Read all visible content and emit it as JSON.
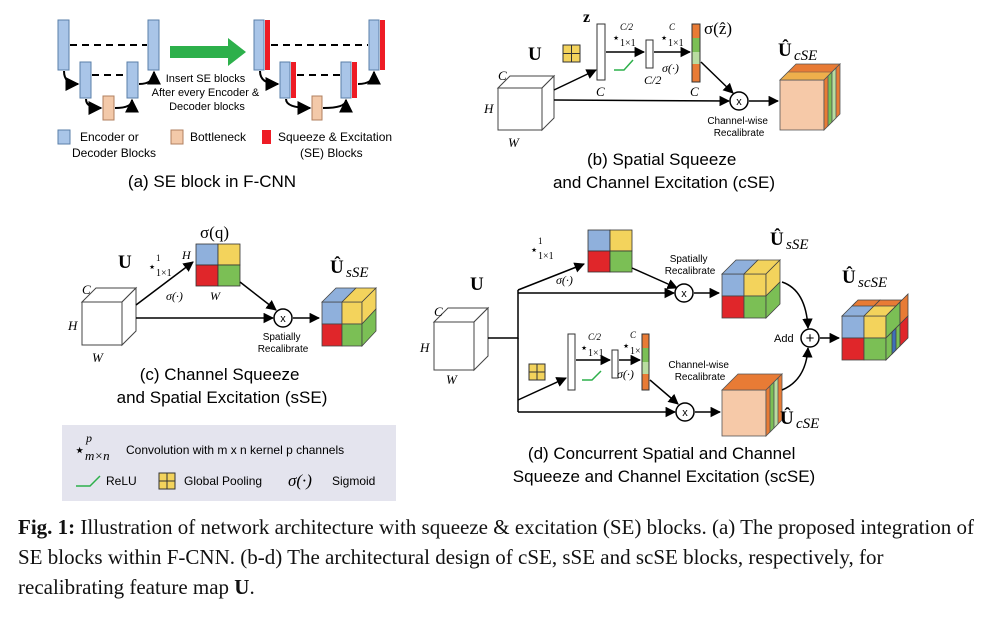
{
  "panel_a": {
    "title": "(a) SE block in F-CNN",
    "arrow_text": [
      "Insert SE blocks",
      "After every Encoder &",
      "Decoder blocks"
    ],
    "legend": {
      "encoder": [
        "Encoder or",
        "Decoder Blocks"
      ],
      "bottleneck": "Bottleneck",
      "se": [
        "Squeeze & Excitation",
        "(SE) Blocks"
      ]
    }
  },
  "panel_b": {
    "title": [
      "(b) Spatial Squeeze",
      "and Channel Excitation (cSE)"
    ],
    "input": "U",
    "z": "z",
    "sigma_z": "σ(ẑ)",
    "conv1_sup": "C/2",
    "conv1_sub": "1×1",
    "conv2_sup": "C",
    "conv2_sub": "1×1",
    "sigmoid": "σ(·)",
    "dim_c": "C",
    "dim_c2": "C/2",
    "dim_h": "H",
    "dim_w": "W",
    "op": "x",
    "recal": [
      "Channel-wise",
      "Recalibrate"
    ],
    "output": "Û",
    "output_sub": "cSE"
  },
  "panel_c": {
    "title": [
      "(c) Channel Squeeze",
      "and Spatial Excitation (sSE)"
    ],
    "input": "U",
    "sigma_q": "σ(q)",
    "conv_sup": "1",
    "conv_sub": "1×1",
    "sigmoid": "σ(·)",
    "dim_c": "C",
    "dim_h": "H",
    "dim_w": "W",
    "op": "x",
    "recal": [
      "Spatially",
      "Recalibrate"
    ],
    "output": "Û",
    "output_sub": "sSE"
  },
  "panel_d": {
    "title": [
      "(d) Concurrent Spatial and Channel",
      "Squeeze and Channel Excitation (scSE)"
    ],
    "input": "U",
    "conv_s_sup": "1",
    "conv_s_sub": "1×1",
    "conv1_sup": "C/2",
    "conv1_sub": "1×1",
    "conv2_sup": "C",
    "conv2_sub": "1×1",
    "sigmoid": "σ(·)",
    "dim_c": "C",
    "dim_h": "H",
    "dim_w": "W",
    "op": "x",
    "recal_spatial": [
      "Spatially",
      "Recalibrate"
    ],
    "recal_channel": [
      "Channel-wise",
      "Recalibrate"
    ],
    "add": "Add",
    "out_s": "Û",
    "out_s_sub": "sSE",
    "out_c": "Û",
    "out_c_sub": "cSE",
    "out_sc": "Û",
    "out_sc_sub": "scSE"
  },
  "legend": {
    "conv_text": "Convolution with m x n kernel p channels",
    "conv_sup": "p",
    "conv_sub": "m×n",
    "relu": "ReLU",
    "pool": "Global Pooling",
    "sigmoid_sym": "σ(·)",
    "sigmoid": "Sigmoid"
  },
  "caption": {
    "label": "Fig. 1:",
    "text1": " Illustration of network architecture with squeeze & excitation (SE) blocks. (a) The proposed integration of SE blocks within F-CNN. (b-d) The architectural design of cSE, sSE and scSE blocks, respectively, for recalibrating feature map ",
    "u": "U",
    "text2": "."
  },
  "colors": {
    "encoder": "#a9c5e8",
    "bottleneck": "#f3c9a9",
    "se": "#ee1c25",
    "green_arrow": "#2db04b",
    "yellow": "#f3d35c",
    "blue": "#8fb0dc",
    "red": "#e0262a",
    "green": "#7bbf55",
    "orange": "#e87b35",
    "legend_bg": "#e4e4ee",
    "peach": "#f6c9a8"
  }
}
